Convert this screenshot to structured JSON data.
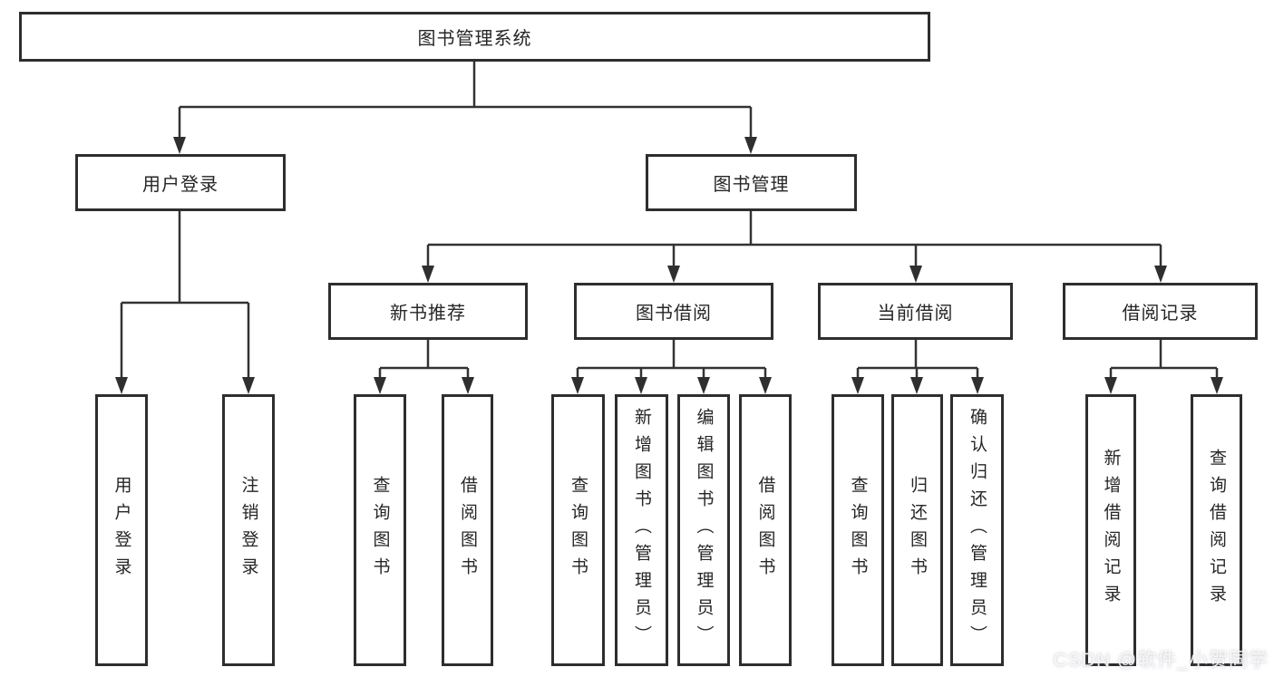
{
  "colors": {
    "background": "#ffffff",
    "line": "#333333",
    "box_border": "#2e2e2e",
    "text": "#262626",
    "watermark_text": "#f8f8fc"
  },
  "diagram": {
    "root": {
      "label": "图书管理系统"
    },
    "level2": [
      {
        "label": "用户登录",
        "parent": "图书管理系统"
      },
      {
        "label": "图书管理",
        "parent": "图书管理系统"
      }
    ],
    "level3": [
      {
        "label": "新书推荐",
        "parent": "图书管理"
      },
      {
        "label": "图书借阅",
        "parent": "图书管理"
      },
      {
        "label": "当前借阅",
        "parent": "图书管理"
      },
      {
        "label": "借阅记录",
        "parent": "图书管理"
      }
    ],
    "leaves": [
      {
        "label": "用户登录",
        "parent": "用户登录"
      },
      {
        "label": "注销登录",
        "parent": "用户登录"
      },
      {
        "label": "查询图书",
        "parent": "新书推荐"
      },
      {
        "label": "借阅图书",
        "parent": "新书推荐"
      },
      {
        "label": "查询图书",
        "parent": "图书借阅"
      },
      {
        "label": "新增图书（管理员）",
        "parent": "图书借阅"
      },
      {
        "label": "编辑图书（管理员）",
        "parent": "图书借阅"
      },
      {
        "label": "借阅图书",
        "parent": "图书借阅"
      },
      {
        "label": "查询图书",
        "parent": "当前借阅"
      },
      {
        "label": "归还图书",
        "parent": "当前借阅"
      },
      {
        "label": "确认归还（管理员）",
        "parent": "当前借阅"
      },
      {
        "label": "新增借阅记录",
        "parent": "借阅记录"
      },
      {
        "label": "查询借阅记录",
        "parent": "借阅记录"
      }
    ]
  },
  "watermark": {
    "text": "CSDN @软件_小贺同学"
  }
}
